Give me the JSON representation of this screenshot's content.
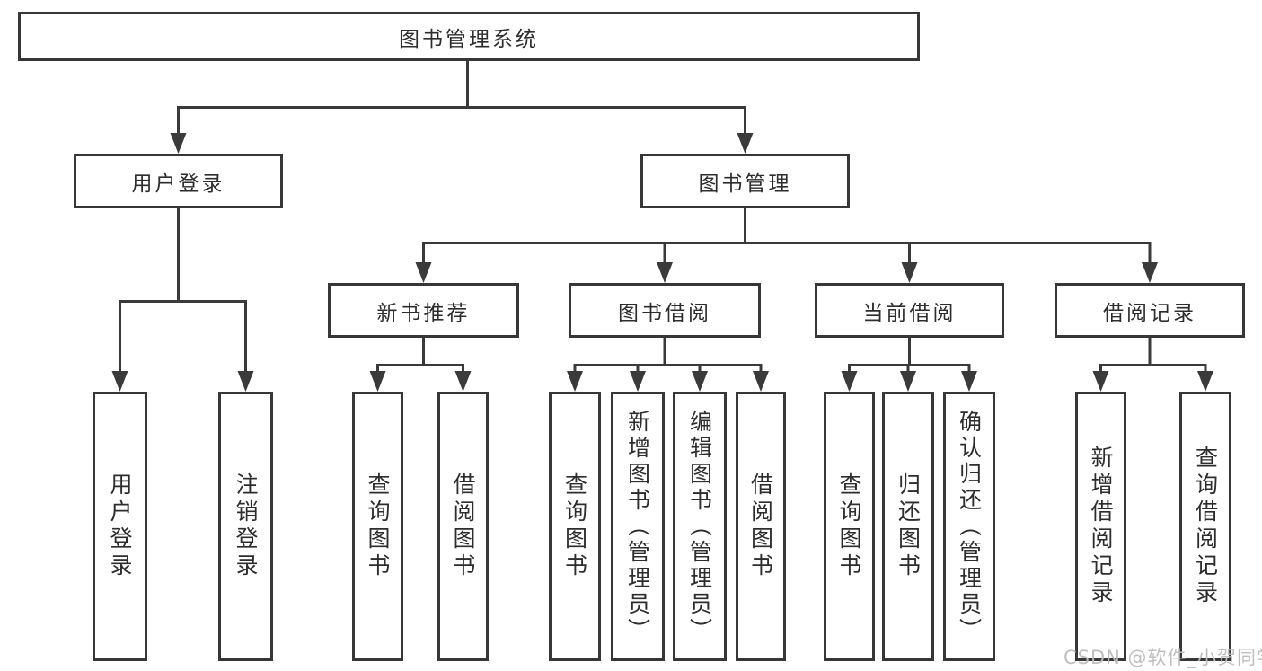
{
  "colors": {
    "line": "#3a3a3a",
    "box_border": "#373737",
    "text": "#2d2d2d",
    "watermark": "#bcbcbc",
    "background": "#ffffff"
  },
  "tree": {
    "root": {
      "label": "图书管理系统"
    },
    "branches": [
      {
        "label": "用户登录",
        "children": [
          {
            "label": "用户登录"
          },
          {
            "label": "注销登录"
          }
        ]
      },
      {
        "label": "图书管理",
        "children": [
          {
            "label": "新书推荐",
            "children": [
              {
                "label": "查询图书"
              },
              {
                "label": "借阅图书"
              }
            ]
          },
          {
            "label": "图书借阅",
            "children": [
              {
                "label": "查询图书"
              },
              {
                "label": "新增图书（管理员）"
              },
              {
                "label": "编辑图书（管理员）"
              },
              {
                "label": "借阅图书"
              }
            ]
          },
          {
            "label": "当前借阅",
            "children": [
              {
                "label": "查询图书"
              },
              {
                "label": "归还图书"
              },
              {
                "label": "确认归还（管理员）"
              }
            ]
          },
          {
            "label": "借阅记录",
            "children": [
              {
                "label": "新增借阅记录"
              },
              {
                "label": "查询借阅记录"
              }
            ]
          }
        ]
      }
    ]
  },
  "watermark": {
    "text": "CSDN @软件_小贺同学"
  }
}
